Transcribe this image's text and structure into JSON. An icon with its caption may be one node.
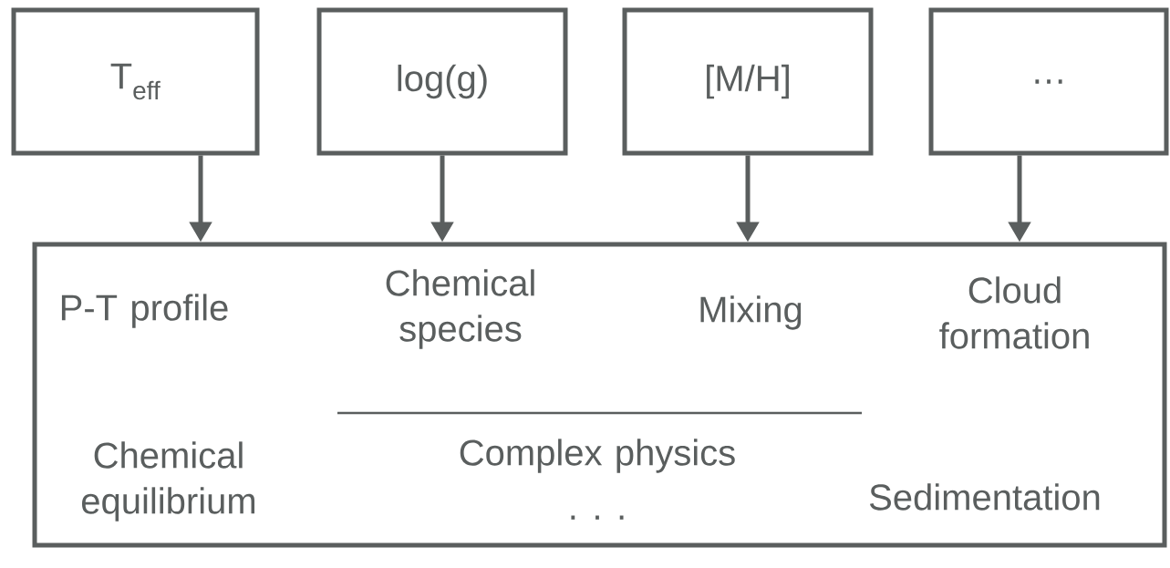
{
  "diagram": {
    "nodes": [
      {
        "text": [
          "T$_{eff}$"
        ]
      },
      {
        "text": [
          "log(g)"
        ]
      },
      {
        "text": [
          "[M/H]"
        ]
      },
      {
        "text": [
          "…"
        ]
      },
      {
        "text": [
          "P-T profile",
          "Chemical species",
          "Mixing",
          "Cloud formation",
          "Chemical equilibrium",
          "Complex physics",
          "· · ·",
          "Sedimentation"
        ]
      }
    ],
    "edges": [
      {
        "from": 0,
        "to": 4,
        "arrow": "to"
      },
      {
        "from": 1,
        "to": 4,
        "arrow": "to"
      },
      {
        "from": 2,
        "to": 4,
        "arrow": "to"
      },
      {
        "from": 3,
        "to": 4,
        "arrow": "to"
      }
    ]
  }
}
